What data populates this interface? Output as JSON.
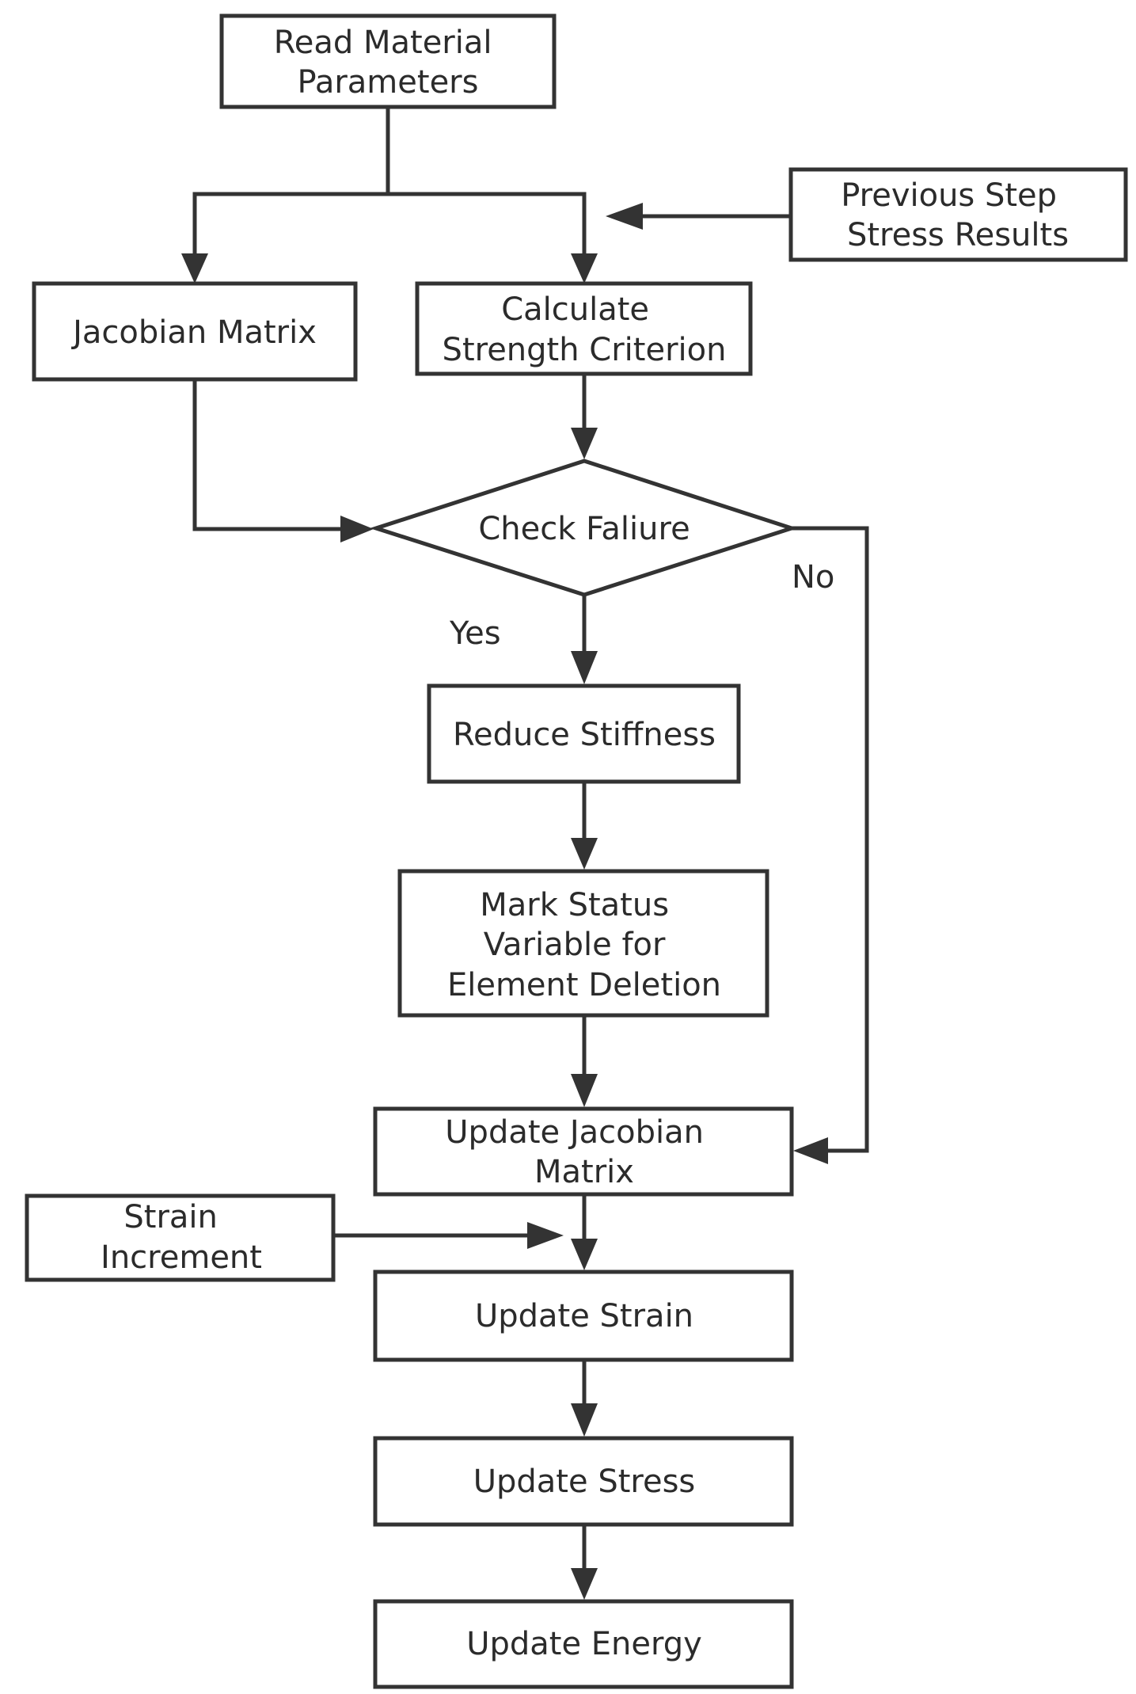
{
  "diagram": {
    "nodes": {
      "read_params": {
        "lines": [
          "Read Material",
          "Parameters"
        ]
      },
      "jacobian": {
        "lines": [
          "Jacobian Matrix"
        ]
      },
      "calc_strength": {
        "lines": [
          "Calculate",
          "Strength Criterion"
        ]
      },
      "prev_stress": {
        "lines": [
          "Previous Step",
          "Stress Results"
        ]
      },
      "check_failure": {
        "lines": [
          "Check Faliure"
        ]
      },
      "reduce_stiffness": {
        "lines": [
          "Reduce Stiffness"
        ]
      },
      "mark_status": {
        "lines": [
          "Mark Status",
          "Variable for",
          "Element Deletion"
        ]
      },
      "update_jacobian": {
        "lines": [
          "Update Jacobian",
          "Matrix"
        ]
      },
      "strain_increment": {
        "lines": [
          "Strain",
          "Increment"
        ]
      },
      "update_strain": {
        "lines": [
          "Update Strain"
        ]
      },
      "update_stress": {
        "lines": [
          "Update Stress"
        ]
      },
      "update_energy": {
        "lines": [
          "Update Energy"
        ]
      }
    },
    "edge_labels": {
      "yes": "Yes",
      "no": "No"
    },
    "colors": {
      "stroke": "#333333",
      "text": "#2b2b2b",
      "background": "#ffffff"
    }
  }
}
